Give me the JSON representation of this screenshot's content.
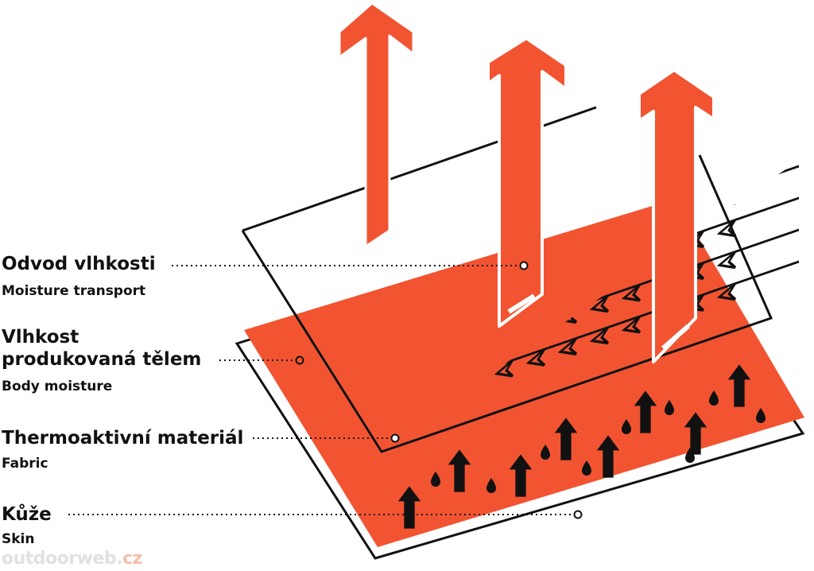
{
  "labels": {
    "moisture_transport": {
      "title": "Odvod vlhkosti",
      "subtitle": "Moisture transport"
    },
    "body_moisture": {
      "title_line1": "Vlhkost",
      "title_line2": "produkovaná tělem",
      "subtitle": "Body moisture"
    },
    "fabric": {
      "title": "Thermoaktivní materiál",
      "subtitle": "Fabric"
    },
    "skin": {
      "title": "Kůže",
      "subtitle": "Skin"
    }
  },
  "watermark": {
    "main": "outdoorweb.",
    "tld": "cz"
  },
  "colors": {
    "accent_orange": "#f25431",
    "ink": "#111111",
    "background": "#ffffff"
  },
  "icons": [
    "up-arrow-icon",
    "water-drop-icon",
    "leader-dot-icon"
  ]
}
